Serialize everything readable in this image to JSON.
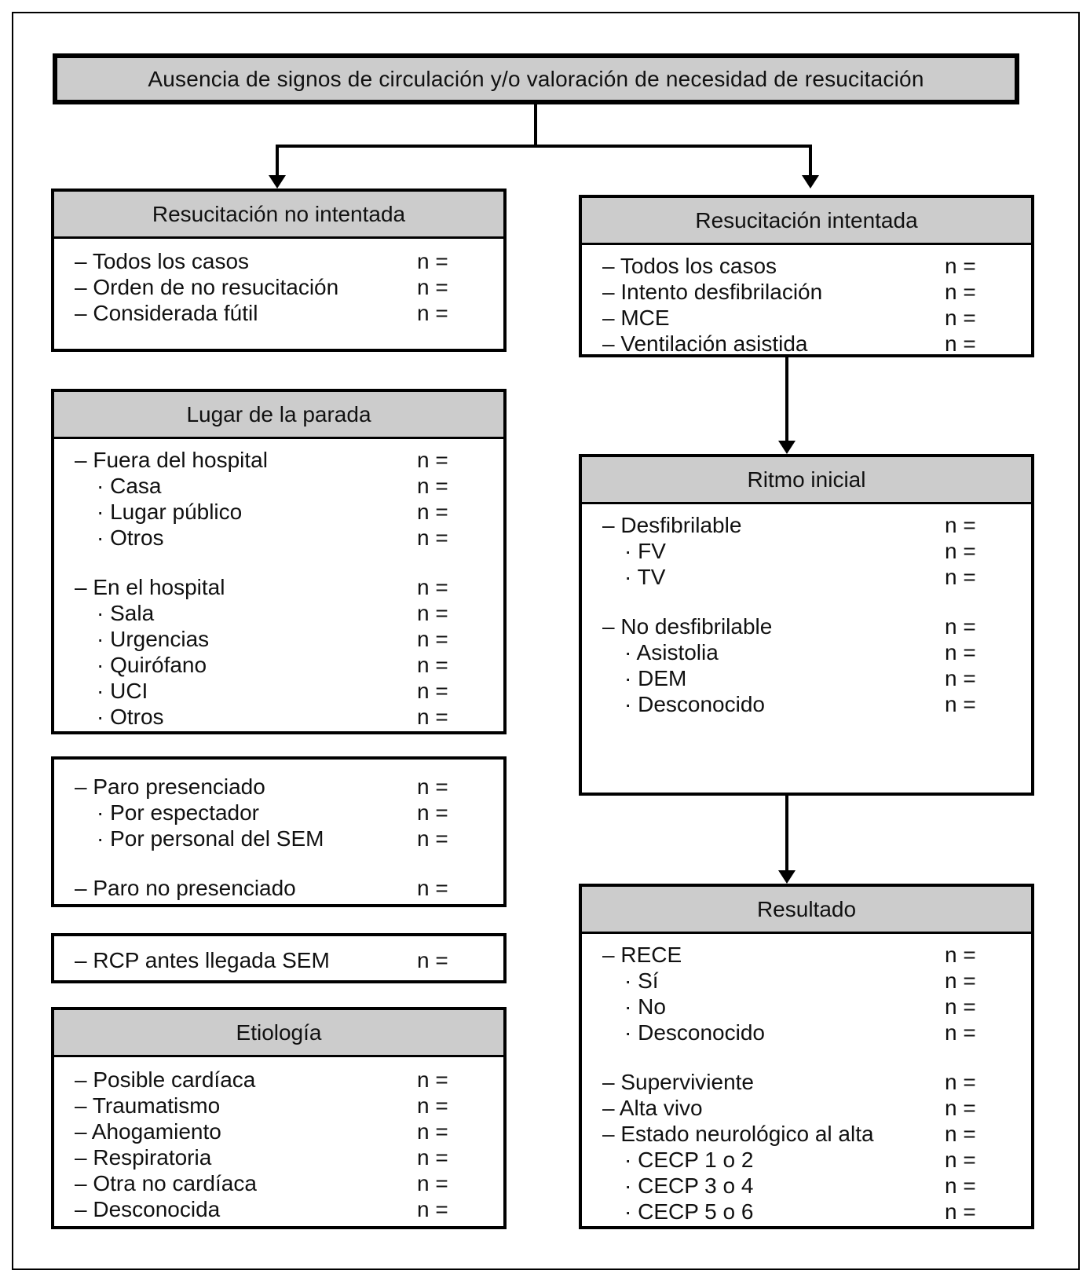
{
  "colors": {
    "header_fill": "#cccccc",
    "line": "#000000",
    "background": "#ffffff"
  },
  "root_box": {
    "label": "Ausencia de signos de circulación y/o valoración de necesidad de resucitación"
  },
  "left_column": {
    "boxes": [
      {
        "header": "Resucitación no intentada",
        "rows": [
          {
            "label": "– Todos los casos",
            "value": "n ="
          },
          {
            "label": "– Orden de no resucitación",
            "value": "n ="
          },
          {
            "label": "– Considerada fútil",
            "value": "n ="
          }
        ]
      },
      {
        "header": "Lugar de la parada",
        "rows": [
          {
            "label": "– Fuera del hospital",
            "value": "n ="
          },
          {
            "label": "· Casa",
            "value": "n ="
          },
          {
            "label": "· Lugar público",
            "value": "n ="
          },
          {
            "label": "· Otros",
            "value": "n ="
          },
          {
            "label": "– En el hospital",
            "value": "n ="
          },
          {
            "label": "· Sala",
            "value": "n ="
          },
          {
            "label": "· Urgencias",
            "value": "n ="
          },
          {
            "label": "· Quirófano",
            "value": "n ="
          },
          {
            "label": "· UCI",
            "value": "n ="
          },
          {
            "label": "· Otros",
            "value": "n ="
          }
        ]
      },
      {
        "header": null,
        "rows": [
          {
            "label": "– Paro presenciado",
            "value": "n ="
          },
          {
            "label": "· Por espectador",
            "value": "n ="
          },
          {
            "label": "· Por personal del SEM",
            "value": "n ="
          },
          {
            "label": "– Paro no presenciado",
            "value": "n ="
          }
        ]
      },
      {
        "header": null,
        "rows": [
          {
            "label": "– RCP antes llegada SEM",
            "value": "n ="
          }
        ]
      },
      {
        "header": "Etiología",
        "rows": [
          {
            "label": "– Posible cardíaca",
            "value": "n ="
          },
          {
            "label": "– Traumatismo",
            "value": "n ="
          },
          {
            "label": "– Ahogamiento",
            "value": "n ="
          },
          {
            "label": "– Respiratoria",
            "value": "n ="
          },
          {
            "label": "– Otra no cardíaca",
            "value": "n ="
          },
          {
            "label": "– Desconocida",
            "value": "n ="
          }
        ]
      }
    ]
  },
  "right_column": {
    "boxes": [
      {
        "header": "Resucitación intentada",
        "rows": [
          {
            "label": "– Todos los casos",
            "value": "n ="
          },
          {
            "label": "– Intento desfibrilación",
            "value": "n ="
          },
          {
            "label": "– MCE",
            "value": "n ="
          },
          {
            "label": "– Ventilación asistida",
            "value": "n ="
          }
        ]
      },
      {
        "header": "Ritmo inicial",
        "rows": [
          {
            "label": "– Desfibrilable",
            "value": "n ="
          },
          {
            "label": "· FV",
            "value": "n ="
          },
          {
            "label": "· TV",
            "value": "n ="
          },
          {
            "label": "– No desfibrilable",
            "value": "n ="
          },
          {
            "label": "· Asistolia",
            "value": "n ="
          },
          {
            "label": "· DEM",
            "value": "n ="
          },
          {
            "label": "· Desconocido",
            "value": "n ="
          }
        ]
      },
      {
        "header": "Resultado",
        "rows": [
          {
            "label": "– RECE",
            "value": "n ="
          },
          {
            "label": "· Sí",
            "value": "n ="
          },
          {
            "label": "· No",
            "value": "n ="
          },
          {
            "label": "· Desconocido",
            "value": "n ="
          },
          {
            "label": "– Superviviente",
            "value": "n ="
          },
          {
            "label": "– Alta vivo",
            "value": "n ="
          },
          {
            "label": "– Estado neurológico al alta",
            "value": "n ="
          },
          {
            "label": "· CECP 1 o 2",
            "value": "n ="
          },
          {
            "label": "· CECP 3 o 4",
            "value": "n ="
          },
          {
            "label": "· CECP 5 o 6",
            "value": "n ="
          }
        ]
      }
    ]
  }
}
